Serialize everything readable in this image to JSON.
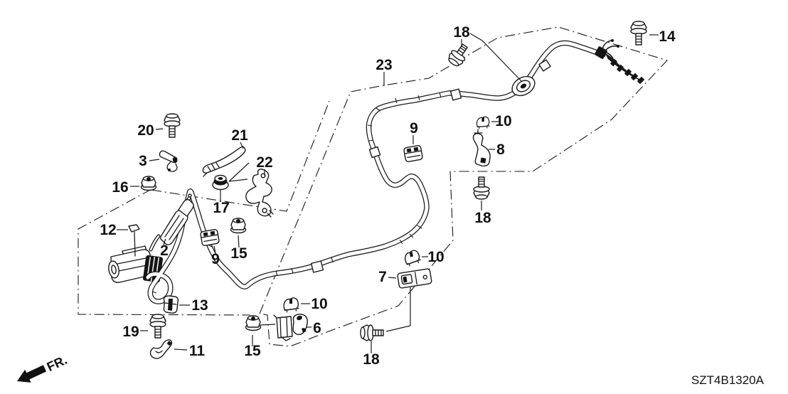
{
  "diagram": {
    "title_code": "SZT4B1320A",
    "direction_label": "FR.",
    "background": "#ffffff",
    "line_color": "#1a1a1a",
    "callouts": [
      {
        "text": "18"
      },
      {
        "text": "14"
      },
      {
        "text": "23"
      },
      {
        "text": "10"
      },
      {
        "text": "9"
      },
      {
        "text": "20"
      },
      {
        "text": "8"
      },
      {
        "text": "21"
      },
      {
        "text": "3"
      },
      {
        "text": "22"
      },
      {
        "text": "16"
      },
      {
        "text": "17"
      },
      {
        "text": "18"
      },
      {
        "text": "12"
      },
      {
        "text": "2"
      },
      {
        "text": "9"
      },
      {
        "text": "15"
      },
      {
        "text": "10"
      },
      {
        "text": "7"
      },
      {
        "text": "13"
      },
      {
        "text": "10"
      },
      {
        "text": "19"
      },
      {
        "text": "6"
      },
      {
        "text": "11"
      },
      {
        "text": "15"
      },
      {
        "text": "18"
      }
    ]
  }
}
